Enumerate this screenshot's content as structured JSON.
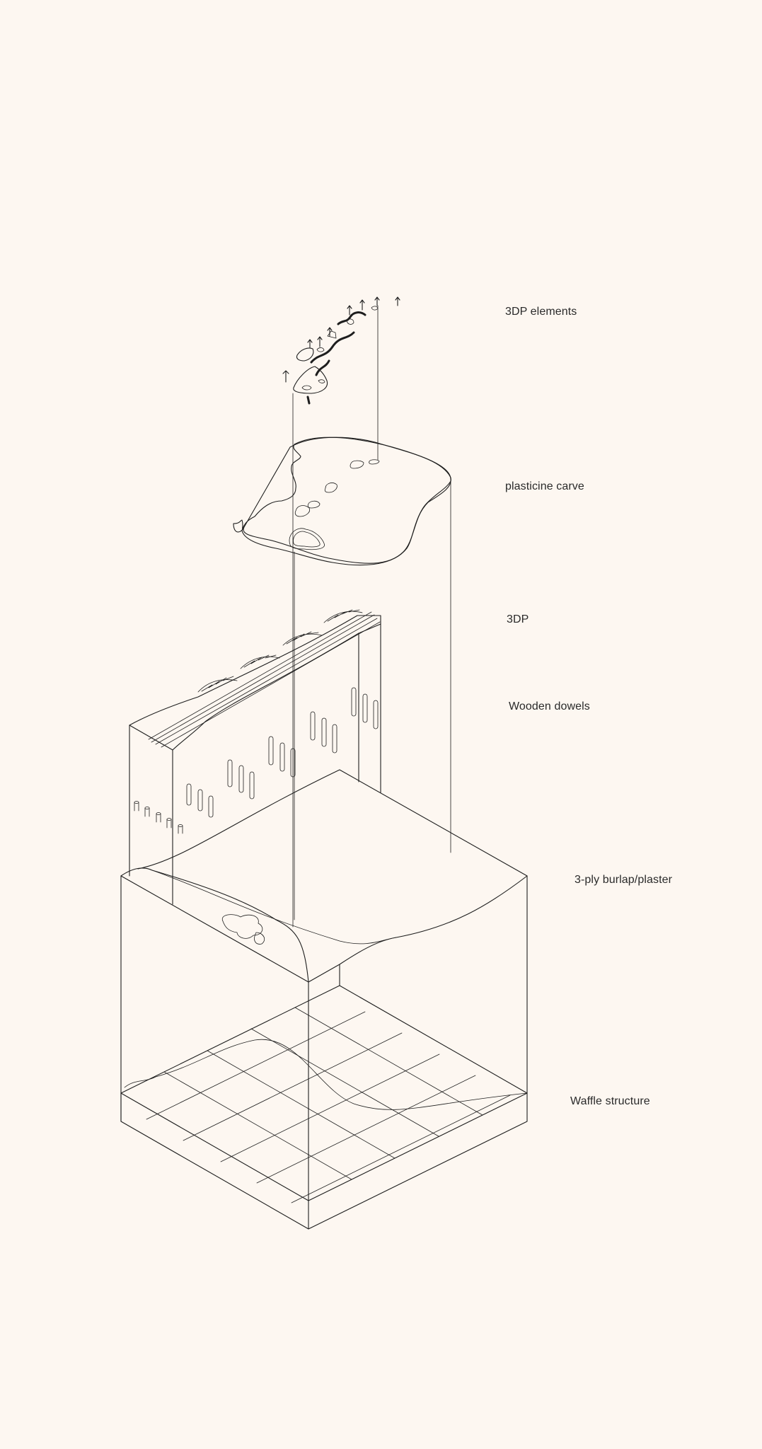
{
  "labels": {
    "elements_3dp": "3DP elements",
    "plasticine": "plasticine carve",
    "print_3dp": "3DP",
    "dowels": "Wooden dowels",
    "burlap": "3-ply burlap/plaster",
    "waffle": "Waffle structure"
  },
  "colors": {
    "background": "#fdf7f1",
    "line": "#1e1e1e"
  }
}
